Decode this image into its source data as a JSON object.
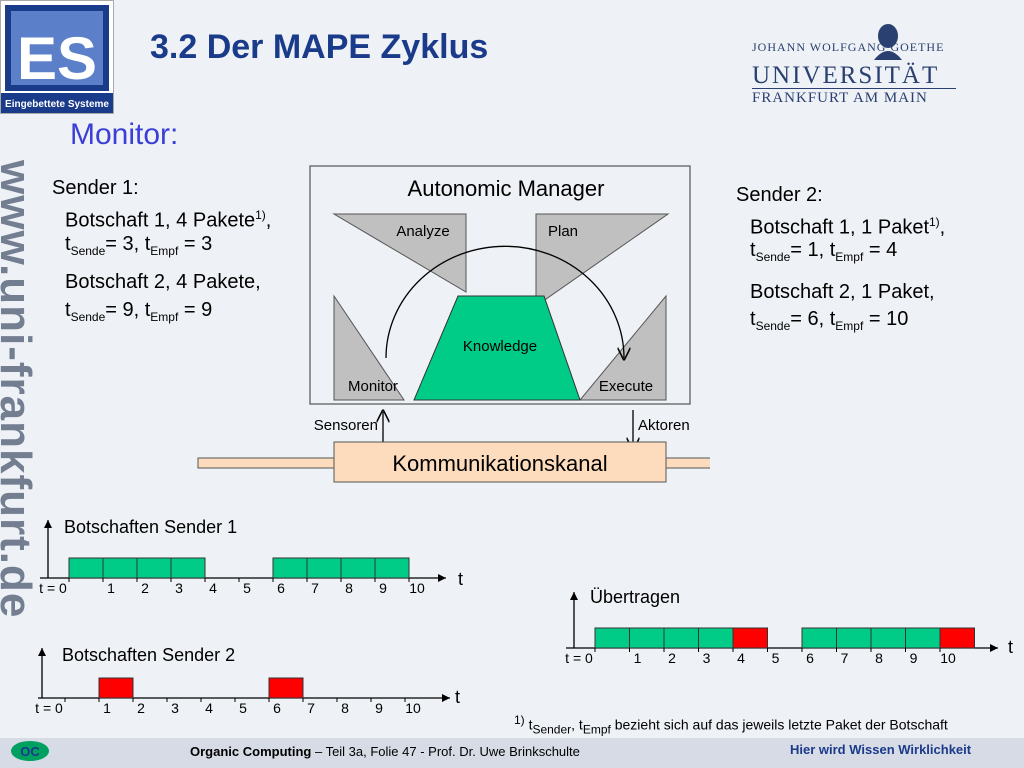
{
  "header": {
    "logo_text": "Eingebettete Systeme",
    "logo_letters": "ES",
    "title": "3.2 Der MAPE Zyklus",
    "university_top": "JOHANN WOLFGANG GOETHE",
    "university_name": "UNIVERSITÄT",
    "university_city": "FRANKFURT AM MAIN"
  },
  "watermark": "www.uni-frankfurt.de",
  "subtitle": "Monitor:",
  "sender1": {
    "heading": "Sender 1:",
    "msg1": "Botschaft 1, 4 Pakete",
    "msg1_sup": "1)",
    "msg1_comma": ",",
    "msg1_t": "t",
    "msg1_sub_send": "Sende",
    "msg1_eq_send": "= 3, t",
    "msg1_sub_empf": "Empf",
    "msg1_eq_empf": " = 3",
    "msg2": "Botschaft 2, 4 Pakete,",
    "msg2_t": "t",
    "msg2_sub_send": "Sende",
    "msg2_eq_send": "= 9, t",
    "msg2_sub_empf": "Empf",
    "msg2_eq_empf": " = 9"
  },
  "sender2": {
    "heading": "Sender 2:",
    "msg1": "Botschaft 1, 1 Paket",
    "msg1_sup": "1)",
    "msg1_comma": ",",
    "msg1_t": "t",
    "msg1_sub_send": "Sende",
    "msg1_eq_send": "= 1, t",
    "msg1_sub_empf": "Empf",
    "msg1_eq_empf": " = 4",
    "msg2": "Botschaft 2, 1 Paket,",
    "msg2_t": "t",
    "msg2_sub_send": "Sende",
    "msg2_eq_send": "= 6, t",
    "msg2_sub_empf": "Empf",
    "msg2_eq_empf": " = 10"
  },
  "diagram": {
    "manager_title": "Autonomic Manager",
    "analyze": "Analyze",
    "plan": "Plan",
    "knowledge": "Knowledge",
    "monitor": "Monitor",
    "execute": "Execute",
    "sensoren": "Sensoren",
    "aktoren": "Aktoren",
    "channel": "Kommunikationskanal",
    "colors": {
      "green": "#00cc88",
      "gray": "#c0c0c0",
      "channel": "#fcdcbc",
      "red": "#ff0000"
    }
  },
  "timelines": {
    "axis_symbol": "t",
    "tick_labels": [
      "t = 0",
      "1",
      "2",
      "3",
      "4",
      "5",
      "6",
      "7",
      "8",
      "9",
      "10"
    ],
    "sender1_label": "Botschaften Sender 1",
    "sender2_label": "Botschaften Sender 2",
    "transmitted_label": "Übertragen",
    "sender1_packets": [
      {
        "start": 0,
        "color": "green"
      },
      {
        "start": 1,
        "color": "green"
      },
      {
        "start": 2,
        "color": "green"
      },
      {
        "start": 3,
        "color": "green"
      },
      {
        "start": 6,
        "color": "green"
      },
      {
        "start": 7,
        "color": "green"
      },
      {
        "start": 8,
        "color": "green"
      },
      {
        "start": 9,
        "color": "green"
      }
    ],
    "sender2_packets": [
      {
        "start": 1,
        "color": "red"
      },
      {
        "start": 6,
        "color": "red"
      }
    ],
    "transmitted_packets": [
      {
        "start": 0,
        "color": "green"
      },
      {
        "start": 1,
        "color": "green"
      },
      {
        "start": 2,
        "color": "green"
      },
      {
        "start": 3,
        "color": "green"
      },
      {
        "start": 4,
        "color": "red"
      },
      {
        "start": 6,
        "color": "green"
      },
      {
        "start": 7,
        "color": "green"
      },
      {
        "start": 8,
        "color": "green"
      },
      {
        "start": 9,
        "color": "green"
      },
      {
        "start": 10,
        "color": "red"
      }
    ]
  },
  "footnote": {
    "mark": "1)",
    "t1": "t",
    "sub1": "Sender",
    "comma": ", t",
    "sub2": "Empf",
    "rest": " bezieht sich auf das jeweils letzte Paket der Botschaft"
  },
  "footer": {
    "oc_logo": "OC",
    "bold": "Organic Computing",
    "rest": " – Teil 3a, Folie 47 -  Prof. Dr. Uwe Brinkschulte",
    "right": "Hier wird Wissen Wirklichkeit"
  }
}
